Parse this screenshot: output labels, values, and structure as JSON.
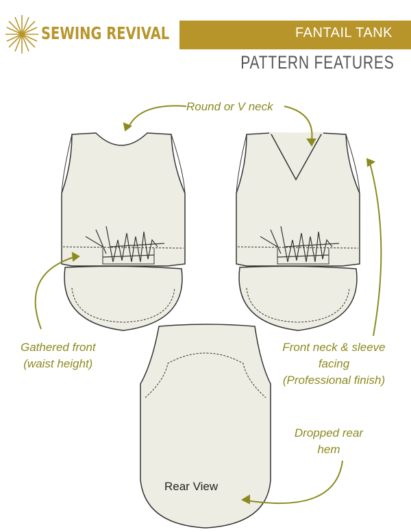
{
  "header": {
    "brand": "SEWING REVIVAL",
    "title": "FANTAIL TANK",
    "subtitle": "PATTERN FEATURES"
  },
  "labels": {
    "neck": "Round or V neck",
    "gathered_1": "Gathered front",
    "gathered_2": "(waist height)",
    "facing_1": "Front neck & sleeve",
    "facing_2": "facing",
    "facing_3": "(Professional finish)",
    "hem_1": "Dropped rear",
    "hem_2": "hem",
    "rear_view": "Rear View"
  },
  "colors": {
    "brand": "#b8952a",
    "label": "#8c8a1f",
    "fabric": "#ededE3",
    "line": "#333333"
  }
}
